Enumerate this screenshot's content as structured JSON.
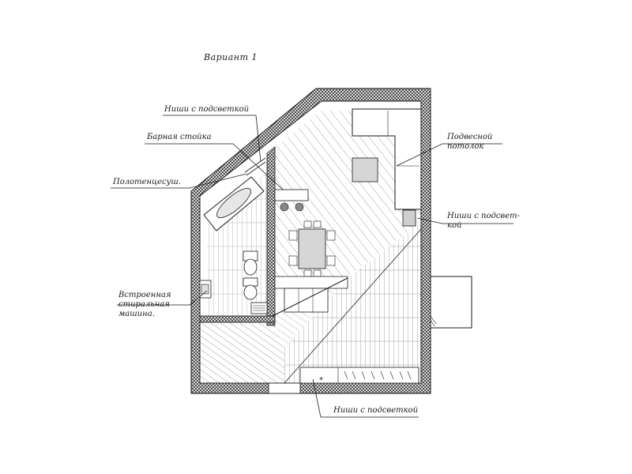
{
  "title": "Вариант 1",
  "annotations": {
    "niche_top": "Ниши с подсветкой",
    "bar_counter": "Барная стойка",
    "towel_dryer": "Полотенцесуш.",
    "ceiling_line1": "Подвесной",
    "ceiling_line2": "потолок",
    "niche_right_line1": "Ниши с подсвет-",
    "niche_right_line2": "кой",
    "washer_line1": "Встроенная",
    "washer_line2": "стиральная",
    "washer_line3": "машина.",
    "niche_bottom": "Ниши с подсветкой"
  },
  "colors": {
    "ink": "#1a1a1a",
    "wall_hatch": "#2a2a2a",
    "furniture_fill": "#d6d6d6",
    "paper": "#ffffff"
  }
}
